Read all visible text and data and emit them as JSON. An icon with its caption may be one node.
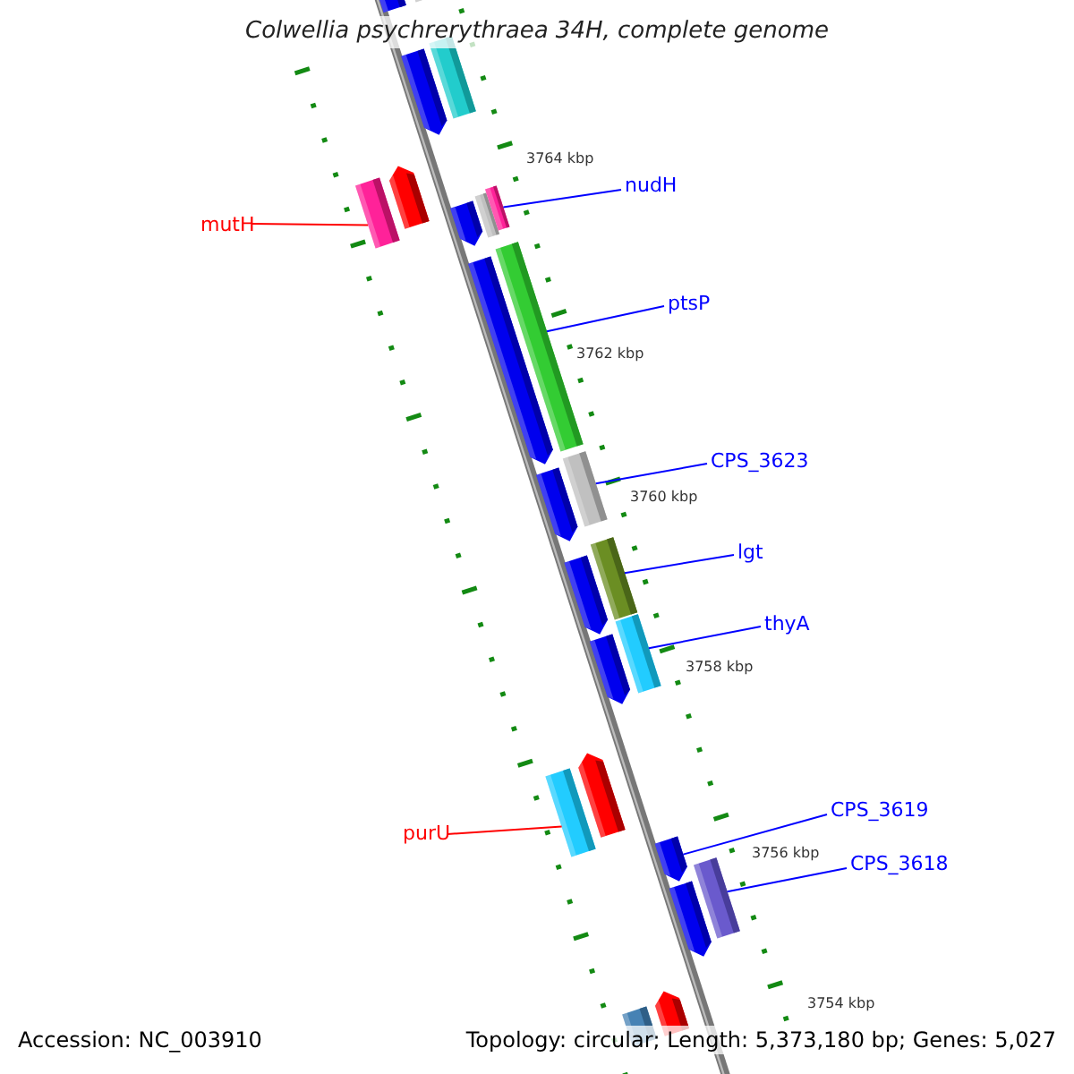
{
  "diagram": {
    "title": "Colwellia psychrerythraea 34H, complete genome",
    "nodes": [
      {
        "text": [
          "mutH"
        ]
      },
      {
        "text": [
          "nudH"
        ]
      },
      {
        "text": [
          "ptsP"
        ]
      },
      {
        "text": [
          "CPS_3623"
        ]
      },
      {
        "text": [
          "lgt"
        ]
      },
      {
        "text": [
          "thyA"
        ]
      },
      {
        "text": [
          "purU"
        ]
      },
      {
        "text": [
          "CPS_3619"
        ]
      },
      {
        "text": [
          "CPS_3618"
        ]
      },
      {
        "text": [],
        "shape": "bar"
      },
      {
        "text": [],
        "shape": "bar"
      },
      {
        "text": [],
        "shape": "bar"
      },
      {
        "text": [],
        "shape": "bar"
      },
      {
        "text": [],
        "shape": "bar"
      },
      {
        "text": [],
        "shape": "bar"
      },
      {
        "text": [],
        "shape": "bar"
      },
      {
        "text": [],
        "shape": "bar"
      },
      {
        "text": [],
        "shape": "bar"
      },
      {
        "text": [],
        "shape": "bar"
      },
      {
        "text": [],
        "shape": "bar"
      },
      {
        "text": [],
        "shape": "bar"
      },
      {
        "text": [],
        "shape": "bar"
      },
      {
        "text": [],
        "shape": "bar"
      },
      {
        "text": [],
        "shape": "bar"
      },
      {
        "text": [],
        "shape": "bar"
      },
      {
        "text": [],
        "shape": "bar"
      },
      {
        "text": [],
        "shape": "bar"
      },
      {
        "text": [],
        "shape": "bar"
      },
      {
        "text": [],
        "shape": "bar"
      },
      {
        "text": [],
        "shape": "bar"
      },
      {
        "text": [],
        "shape": "bar"
      },
      {
        "text": [],
        "shape": "bar"
      },
      {
        "text": [],
        "shape": "bar"
      }
    ],
    "edges": [
      {
        "from": 0,
        "to": 13,
        "arrow": "none",
        "color": "#ff0000"
      },
      {
        "from": 1,
        "to": 17,
        "arrow": "none"
      },
      {
        "from": 2,
        "to": 19,
        "arrow": "none"
      },
      {
        "from": 3,
        "to": 21,
        "arrow": "none"
      },
      {
        "from": 4,
        "to": 23,
        "arrow": "none"
      },
      {
        "from": 5,
        "to": 25,
        "arrow": "none"
      },
      {
        "from": 6,
        "to": 26,
        "arrow": "none",
        "color": "#ff0000"
      },
      {
        "from": 7,
        "to": 28,
        "arrow": "none"
      },
      {
        "from": 8,
        "to": 30,
        "arrow": "none"
      }
    ],
    "labels": [
      "3764 kbp",
      "3762 kbp",
      "3760 kbp",
      "3758 kbp",
      "3756 kbp",
      "3754 kbp",
      "Accession: NC_003910",
      "Topology: circular; Length: 5,373,180 bp; Genes: 5,027"
    ]
  }
}
